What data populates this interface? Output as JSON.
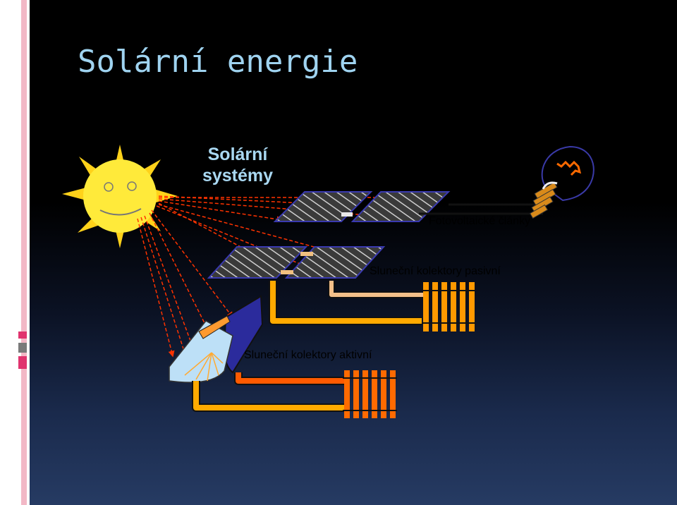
{
  "slide": {
    "title": "Solární energie",
    "subtitle_line1": "Solární",
    "subtitle_line2": "systémy",
    "labels": {
      "photovoltaic": "Fotovoltaické články",
      "passive": "Sluneční kolektory pasivní",
      "active": "Sluneční kolektory aktivní"
    }
  },
  "colors": {
    "title": "#9fd3f0",
    "sun": "#ffe033",
    "ray": "#ff3300",
    "panel": "#3a3a3a",
    "pipe_orange": "#ff9900",
    "pipe_red": "#ff5a00",
    "collector": "#2b2b8c",
    "bulb_outline": "#3a3aa8"
  }
}
